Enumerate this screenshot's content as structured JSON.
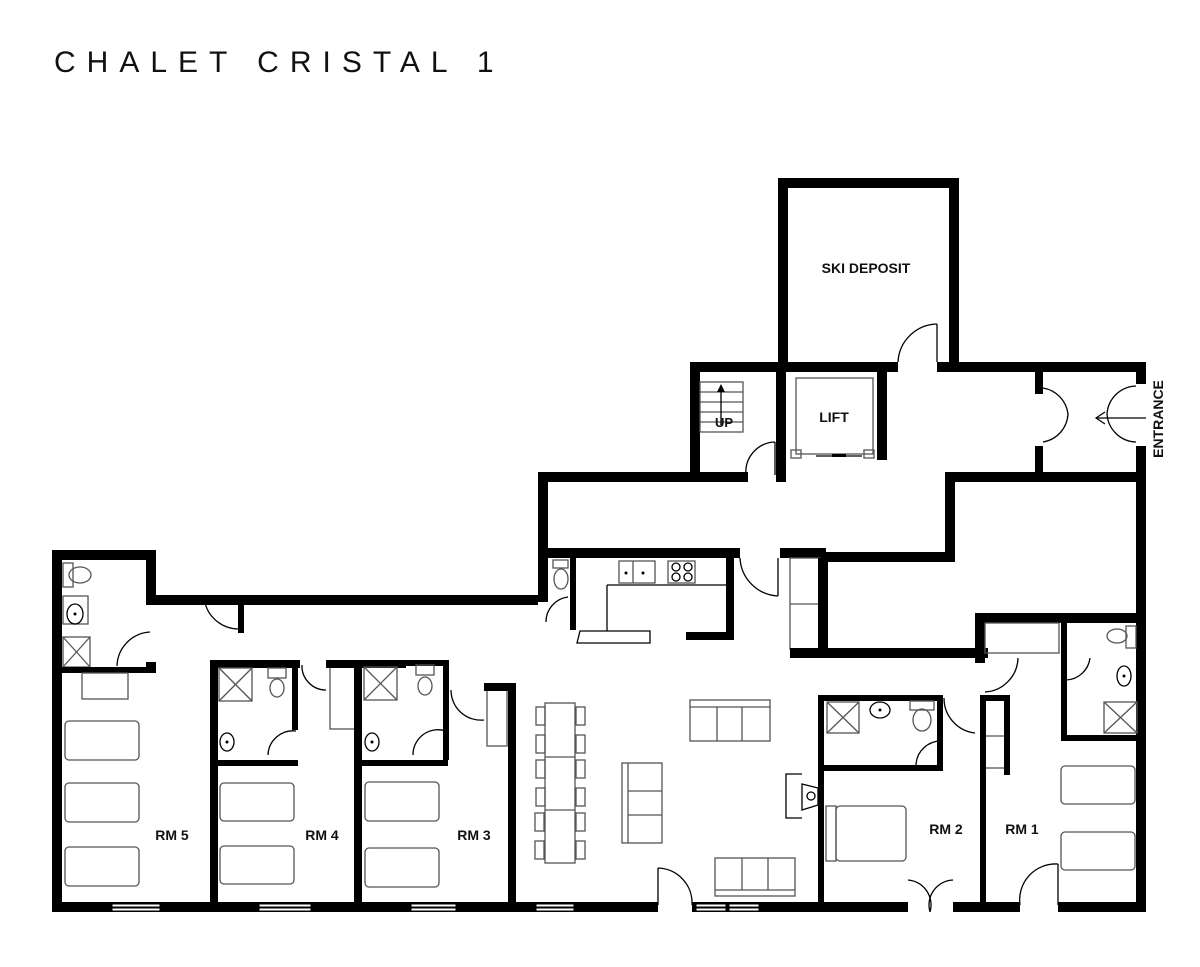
{
  "title": "CHALET CRISTAL 1",
  "rooms": {
    "ski_deposit": "SKI DEPOSIT",
    "lift": "LIFT",
    "stairs": "UP",
    "entrance": "ENTRANCE",
    "rm5": "RM 5",
    "rm4": "RM 4",
    "rm3": "RM 3",
    "rm2": "RM 2",
    "rm1": "RM 1"
  },
  "colors": {
    "wall": "#000000",
    "background": "#ffffff",
    "text": "#111111"
  }
}
